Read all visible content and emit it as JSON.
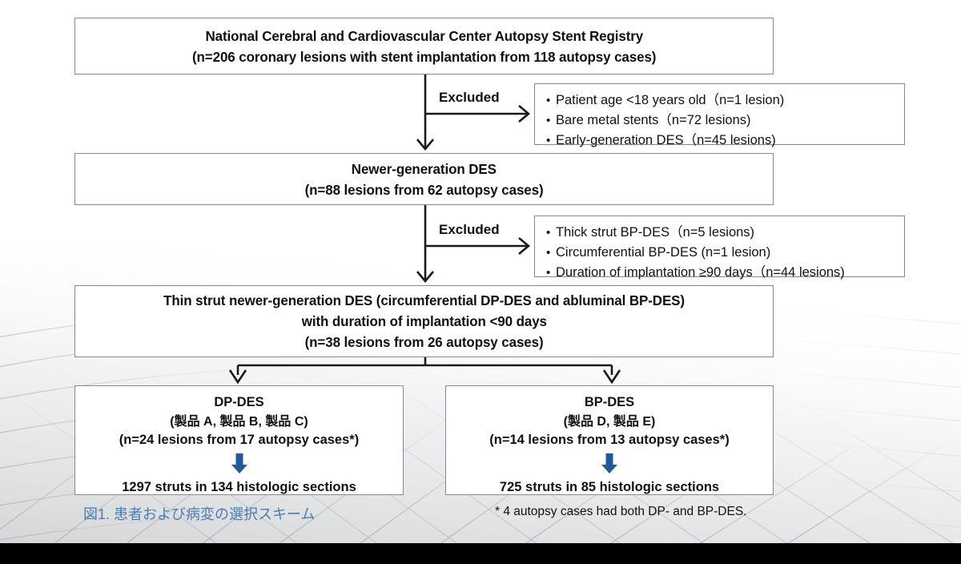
{
  "figure": {
    "caption": "図1. 患者および病変の選択スキーム",
    "footnote": "* 4 autopsy cases had both DP- and BP-DES.",
    "caption_color": "#4a7cb5",
    "arrow_color": "#1f5b9b",
    "box_border_color": "#8a8a8a"
  },
  "registry_box": {
    "line1": "National Cerebral and Cardiovascular Center Autopsy Stent Registry",
    "line2": "(n=206 coronary lesions with stent implantation from 118 autopsy cases)"
  },
  "exclusion_1": {
    "label": "Excluded",
    "items": [
      "Patient age <18 years old（n=1 lesion)",
      "Bare metal stents（n=72 lesions)",
      "Early-generation DES（n=45 lesions)"
    ]
  },
  "newer_box": {
    "line1": "Newer-generation DES",
    "line2": "(n=88 lesions from 62 autopsy cases)"
  },
  "exclusion_2": {
    "label": "Excluded",
    "items": [
      "Thick strut BP-DES（n=5 lesions)",
      "Circumferential BP-DES (n=1 lesion)",
      "Duration of implantation ≥90 days（n=44 lesions)"
    ]
  },
  "thin_strut_box": {
    "line1": "Thin strut newer-generation DES (circumferential DP-DES and abluminal BP-DES)",
    "line2": "with duration of implantation <90 days",
    "line3": "(n=38 lesions from 26 autopsy cases)"
  },
  "dp_des_box": {
    "title": "DP-DES",
    "products": "(製品 A, 製品 B, 製品 C)",
    "counts": "(n=24 lesions from 17 autopsy cases*)",
    "result": "1297 struts in 134 histologic sections"
  },
  "bp_des_box": {
    "title": "BP-DES",
    "products": "(製品 D, 製品 E)",
    "counts": "(n=14 lesions from 13 autopsy cases*)",
    "result": "725 struts in 85 histologic sections"
  }
}
